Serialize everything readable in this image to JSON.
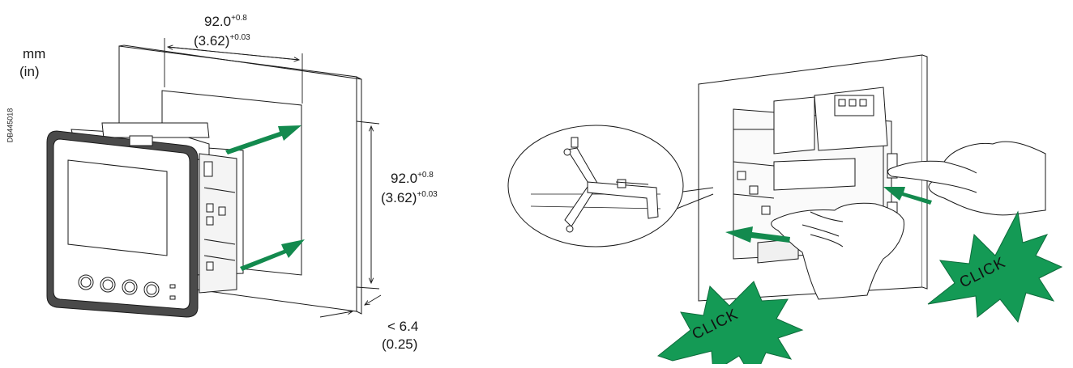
{
  "units": {
    "primary": "mm",
    "secondary": "(in)"
  },
  "drawing_code": "DB445018",
  "cutout_width": {
    "mm_value": "92.0",
    "mm_tolerance": "+0.8",
    "in_value": "(3.62)",
    "in_tolerance": "+0.03"
  },
  "cutout_height": {
    "mm_value": "92.0",
    "mm_tolerance": "+0.8",
    "in_value": "(3.62)",
    "in_tolerance": "+0.03"
  },
  "panel_thickness": {
    "mm": "< 6.4",
    "in": "(0.25)"
  },
  "click_labels": [
    "CLICK",
    "CLICK"
  ],
  "colors": {
    "arrow": "#138a4e",
    "burst": "#149a55",
    "line": "#1a1a1a"
  }
}
